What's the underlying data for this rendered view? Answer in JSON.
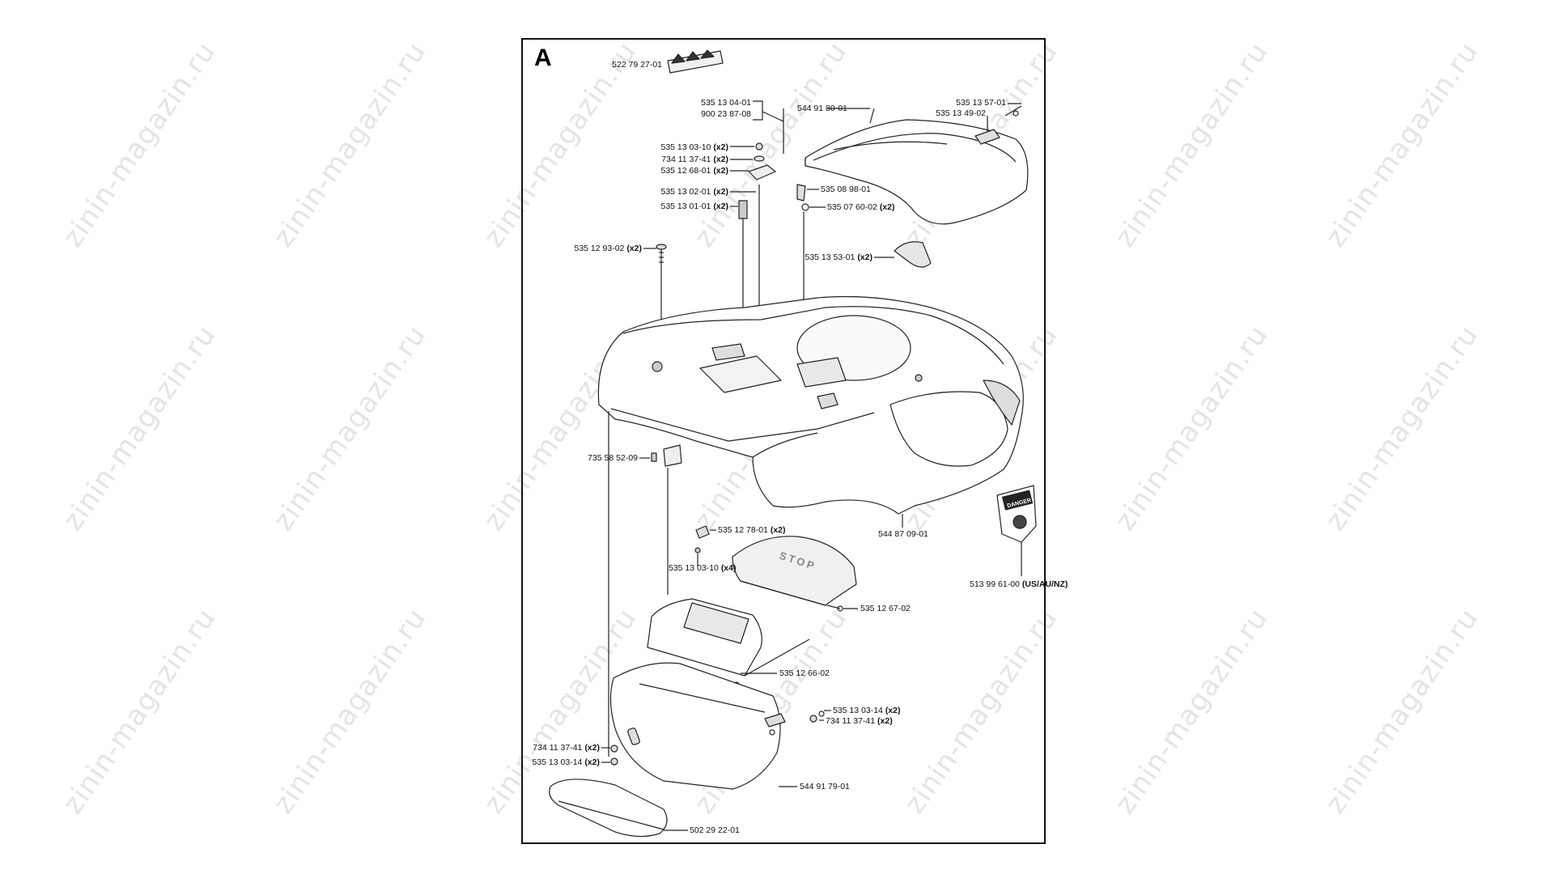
{
  "watermark": "zinin-magazin.ru",
  "section": "A",
  "labels": [
    {
      "id": "l1",
      "part": "522 79 27-01",
      "qty": ""
    },
    {
      "id": "l2",
      "part": "535 13 04-01",
      "qty": ""
    },
    {
      "id": "l3",
      "part": "900 23 87-08",
      "qty": ""
    },
    {
      "id": "l4",
      "part": "544 91 80-01",
      "qty": ""
    },
    {
      "id": "l5",
      "part": "535 13 57-01",
      "qty": ""
    },
    {
      "id": "l6",
      "part": "535 13 49-02",
      "qty": ""
    },
    {
      "id": "l7",
      "part": "535 13 03-10",
      "qty": "(x2)"
    },
    {
      "id": "l8",
      "part": "734 11 37-41",
      "qty": "(x2)"
    },
    {
      "id": "l9",
      "part": "535 12 68-01",
      "qty": "(x2)"
    },
    {
      "id": "l10",
      "part": "535 13 02-01",
      "qty": "(x2)"
    },
    {
      "id": "l11",
      "part": "535 13 01-01",
      "qty": "(x2)"
    },
    {
      "id": "l12",
      "part": "535 08 98-01",
      "qty": ""
    },
    {
      "id": "l13",
      "part": "535 07 60-02",
      "qty": "(x2)"
    },
    {
      "id": "l14",
      "part": "535 12 93-02",
      "qty": "(x2)"
    },
    {
      "id": "l15",
      "part": "535 13 53-01",
      "qty": "(x2)"
    },
    {
      "id": "l16",
      "part": "735 58 52-09",
      "qty": ""
    },
    {
      "id": "l17",
      "part": "535 12 78-01",
      "qty": "(x2)"
    },
    {
      "id": "l18",
      "part": "535 13 03-10",
      "qty": "(x4)"
    },
    {
      "id": "l19",
      "part": "544 87 09-01",
      "qty": ""
    },
    {
      "id": "l20",
      "part": "513 99 61-00",
      "qty": "(US/AU/NZ)"
    },
    {
      "id": "l21",
      "part": "535 12 67-02",
      "qty": ""
    },
    {
      "id": "l22",
      "part": "535 12 66-02",
      "qty": ""
    },
    {
      "id": "l23",
      "part": "535 13 03-14",
      "qty": "(x2)"
    },
    {
      "id": "l24",
      "part": "734 11 37-41",
      "qty": "(x2)"
    },
    {
      "id": "l25",
      "part": "734 11 37-41",
      "qty": "(x2)"
    },
    {
      "id": "l26",
      "part": "535 13 03-14",
      "qty": "(x2)"
    },
    {
      "id": "l27",
      "part": "544 91 79-01",
      "qty": ""
    },
    {
      "id": "l28",
      "part": "502 29 22-01",
      "qty": ""
    }
  ],
  "stop_text": "STOP",
  "danger_text": "DANGER"
}
